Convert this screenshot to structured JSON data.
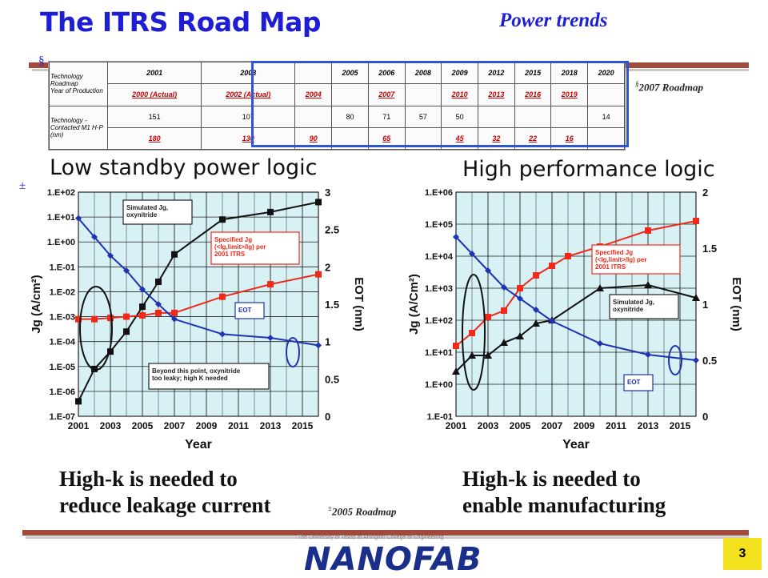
{
  "slide": {
    "title": "The ITRS Road Map",
    "subtitle": "Power trends",
    "section_symbol": "§",
    "plusminus_symbol": "±",
    "note_2007": {
      "mark": "§",
      "text": "2007 Roadmap"
    },
    "note_2005": {
      "mark": "±",
      "text": "2005 Roadmap"
    },
    "page_number": "3",
    "logo_text": "NANOFAB",
    "logo_sub": "The University of Texas at Arlington College of Engineering",
    "colors": {
      "title": "#1d1dd6",
      "accent_bar": "#a04a3e",
      "chart_bg": "#d8f1f4",
      "badge": "#f3e11d"
    }
  },
  "roadmap_table": {
    "corner_label": "Technology Roadmap",
    "row1_label": "Year of Production",
    "row2_label": "Technology - Contacted M1 H-P (nm)",
    "top_years": [
      "2001",
      "2003",
      "2005",
      "2006",
      "2008",
      "2009",
      "2012",
      "2015",
      "2018",
      "2020"
    ],
    "top_nodes": [
      "151",
      "107",
      "80",
      "71",
      "57",
      "50",
      "14"
    ],
    "red_years": [
      "2000 (Actual)",
      "2002 (Actual)",
      "2004",
      "2007",
      "2010",
      "2013",
      "2016",
      "2019"
    ],
    "red_nodes": [
      "180",
      "130",
      "90",
      "65",
      "45",
      "32",
      "22",
      "16"
    ]
  },
  "captions": {
    "left": [
      "High-k is needed to",
      "reduce leakage current"
    ],
    "right": [
      "High-k is needed to",
      "enable manufacturing"
    ]
  },
  "chart_data": [
    {
      "type": "line",
      "title": "Low standby power logic",
      "xlabel": "Year",
      "ylabel": "Jg (A/cm²)",
      "y2label": "EOT (nm)",
      "x_ticks": [
        "2001",
        "2003",
        "2005",
        "2007",
        "2009",
        "2011",
        "2013",
        "2015"
      ],
      "y_ticks": [
        "1.E+02",
        "1.E+01",
        "1.E+00",
        "1.E-01",
        "1.E-02",
        "1.E-03",
        "1.E-04",
        "1.E-05",
        "1.E-06",
        "1.E-07"
      ],
      "y2_ticks": [
        "3",
        "2.5",
        "2",
        "1.5",
        "1",
        "0.5",
        "0"
      ],
      "ylim": [
        -7,
        2
      ],
      "y2lim": [
        0,
        3
      ],
      "log_y": true,
      "grid": true,
      "series": [
        {
          "name": "Simulated Jg, oxynitride",
          "axis": "left",
          "color": "#111111",
          "marker": "square",
          "x": [
            2001,
            2002,
            2003,
            2004,
            2005,
            2006,
            2007,
            2010,
            2013,
            2016
          ],
          "y": [
            -6.4,
            -5.1,
            -4.4,
            -3.6,
            -2.6,
            -1.6,
            -0.5,
            0.9,
            1.2,
            1.6
          ]
        },
        {
          "name": "Specified Jg per 2001 ITRS",
          "axis": "left",
          "color": "#ef2a1b",
          "marker": "square",
          "x": [
            2001,
            2002,
            2003,
            2004,
            2005,
            2006,
            2007,
            2010,
            2013,
            2016
          ],
          "y": [
            -3.1,
            -3.1,
            -3.05,
            -3.0,
            -2.95,
            -2.85,
            -2.85,
            -2.2,
            -1.7,
            -1.3
          ]
        },
        {
          "name": "EOT",
          "axis": "right",
          "color": "#1f33b5",
          "marker": "diamond",
          "x": [
            2001,
            2002,
            2003,
            2004,
            2005,
            2006,
            2007,
            2010,
            2013,
            2016
          ],
          "y": [
            2.65,
            2.4,
            2.15,
            1.95,
            1.7,
            1.5,
            1.3,
            1.1,
            1.05,
            0.95
          ]
        }
      ],
      "annotations": [
        "Simulated Jg, oxynitride",
        "Specified Jg (<Ig,limit>/Ig) per 2001 ITRS",
        "EOT",
        "Beyond this point, oxynitride too leaky; high K needed"
      ]
    },
    {
      "type": "line",
      "title": "High performance logic",
      "xlabel": "Year",
      "ylabel": "Jg (A/Cm²)",
      "y2label": "EOT (nm)",
      "x_ticks": [
        "2001",
        "2003",
        "2005",
        "2007",
        "2009",
        "2011",
        "2013",
        "2015"
      ],
      "y_ticks": [
        "1.E+06",
        "1.E+05",
        "1.E+04",
        "1.E+03",
        "1.E+02",
        "1.E+01",
        "1.E+00",
        "1.E-01"
      ],
      "y2_ticks": [
        "2",
        "1.5",
        "1",
        "0.5",
        "0"
      ],
      "ylim": [
        -1,
        6
      ],
      "y2lim": [
        0,
        2
      ],
      "log_y": true,
      "grid": true,
      "series": [
        {
          "name": "Specified Jg per 2001 ITRS",
          "axis": "left",
          "color": "#ef2a1b",
          "marker": "square",
          "x": [
            2001,
            2002,
            2003,
            2004,
            2005,
            2006,
            2007,
            2008,
            2010,
            2013,
            2016
          ],
          "y": [
            1.2,
            1.6,
            2.1,
            2.3,
            3.0,
            3.4,
            3.7,
            4.0,
            4.3,
            4.8,
            5.1
          ]
        },
        {
          "name": "Simulated Jg, oxynitride",
          "axis": "left",
          "color": "#111111",
          "marker": "triangle",
          "x": [
            2001,
            2002,
            2003,
            2004,
            2005,
            2006,
            2007,
            2010,
            2013,
            2016
          ],
          "y": [
            0.4,
            0.9,
            0.9,
            1.3,
            1.5,
            1.9,
            2.0,
            3.0,
            3.1,
            2.7
          ]
        },
        {
          "name": "EOT",
          "axis": "right",
          "color": "#1f33b5",
          "marker": "diamond",
          "x": [
            2001,
            2002,
            2003,
            2004,
            2005,
            2006,
            2007,
            2010,
            2013,
            2016
          ],
          "y": [
            1.6,
            1.45,
            1.3,
            1.15,
            1.05,
            0.95,
            0.85,
            0.65,
            0.55,
            0.5
          ]
        }
      ],
      "annotations": [
        "Specified Jg (<Ig,limit>/Ig) per 2001 ITRS",
        "Simulated Jg, oxynitride",
        "EOT"
      ]
    }
  ]
}
